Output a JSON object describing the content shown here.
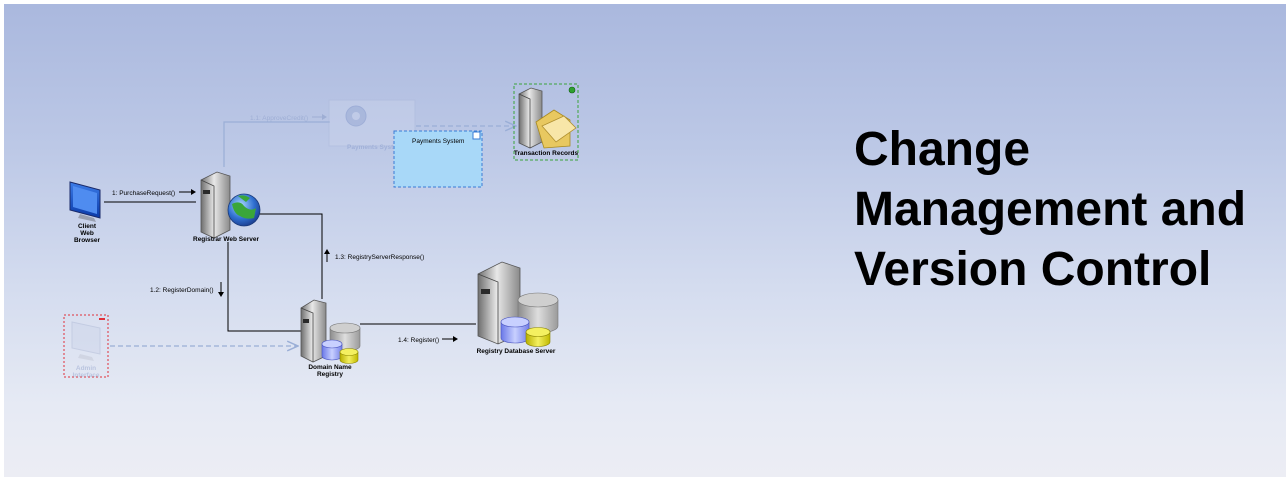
{
  "slide": {
    "title_lines": [
      "Change",
      "Management and",
      "Version Control"
    ]
  },
  "diagram": {
    "nodes": {
      "client": [
        "Client",
        "Web",
        "Browser"
      ],
      "registrar": "Registrar Web Server",
      "payments_ghost": "Payments System",
      "payments": "Payments System",
      "transactions": "Transaction Records",
      "domain_registry": [
        "Domain Name",
        "Registry"
      ],
      "registry_db": "Registry Database Server",
      "admin": [
        "Admin",
        "Interface"
      ]
    },
    "messages": {
      "m1": "1: PurchaseRequest()",
      "m11": "1.1: ApproveCredit()",
      "m12": "1.2: RegisterDomain()",
      "m13": "1.3: RegistryServerResponse()",
      "m14": "1.4: Register()"
    },
    "colors": {
      "payments_fill": "#a8d8f8",
      "payments_border": "#3a7bd5",
      "transactions_border": "#3aa33a",
      "admin_border": "#e0303a",
      "connector": "#000000",
      "ghost": "#9aaed6"
    }
  }
}
